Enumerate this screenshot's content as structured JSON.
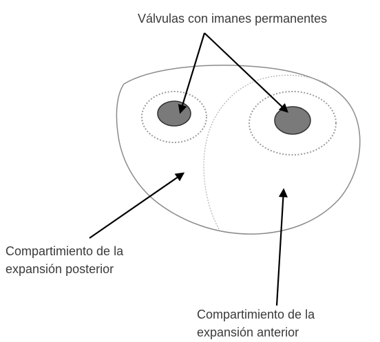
{
  "labels": {
    "valves": "Válvulas con imanes permanentes",
    "posterior_line1": "Compartimiento de la",
    "posterior_line2": "expansión posterior",
    "anterior_line1": "Compartimiento de la",
    "anterior_line2": "expansión anterior"
  },
  "colors": {
    "outline": "#8a8a8a",
    "dotted": "#9a9a9a",
    "magnet_fill": "#7a7a7a",
    "magnet_stroke": "#333333",
    "arrow": "#000000",
    "text": "#3a3a3a"
  }
}
